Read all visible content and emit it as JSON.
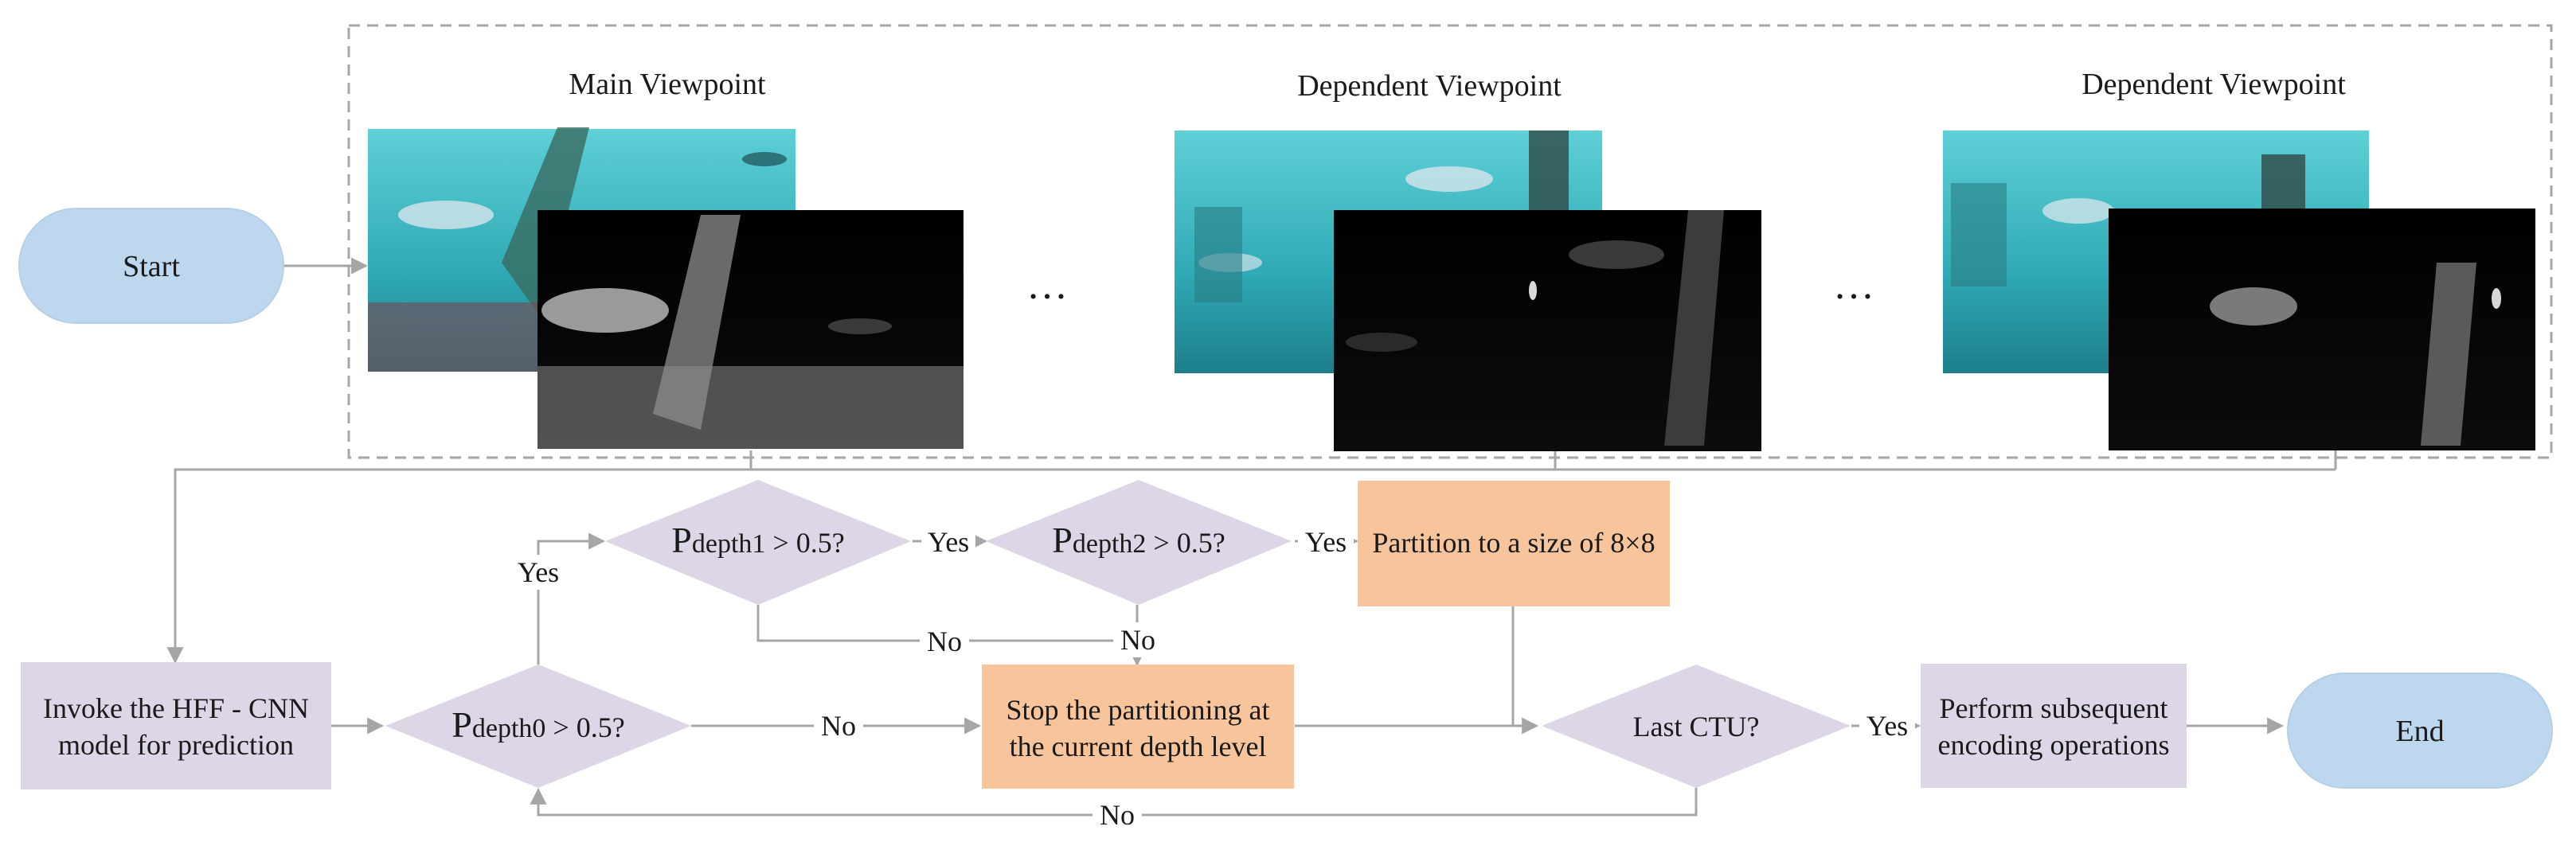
{
  "nodes": {
    "start": "Start",
    "end": "End",
    "invoke_line1": "Invoke the HFF - CNN",
    "invoke_line2": "model for prediction",
    "stop_line1": "Stop the partitioning at",
    "stop_line2": "the current depth level",
    "partition": "Partition to a size of 8×8",
    "last_ctu": "Last CTU?",
    "perform_line1": "Perform subsequent",
    "perform_line2": "encoding operations"
  },
  "decisions": {
    "d0": {
      "p": "P",
      "sub": "depth0",
      "rest": " > 0.5?"
    },
    "d1": {
      "p": "P",
      "sub": "depth1",
      "rest": " > 0.5?"
    },
    "d2": {
      "p": "P",
      "sub": "depth2",
      "rest": " > 0.5?"
    }
  },
  "viewpoints": {
    "main": "Main Viewpoint",
    "dependent1": "Dependent Viewpoint",
    "dependent2": "Dependent Viewpoint",
    "ellipsis": "…"
  },
  "edge_labels": {
    "yes_d0": "Yes",
    "no_d0": "No",
    "yes_d1": "Yes",
    "yes_d2": "Yes",
    "no_d1": "No",
    "no_d2": "No",
    "yes_last": "Yes",
    "no_last": "No"
  },
  "colors": {
    "terminal": "#bdd7ee",
    "process": "#dcd6e6",
    "decision": "#dcd6e6",
    "action": "#f8c49b",
    "line": "#a6a6a6",
    "water": "#3fb9c3",
    "depth": "#050505"
  }
}
